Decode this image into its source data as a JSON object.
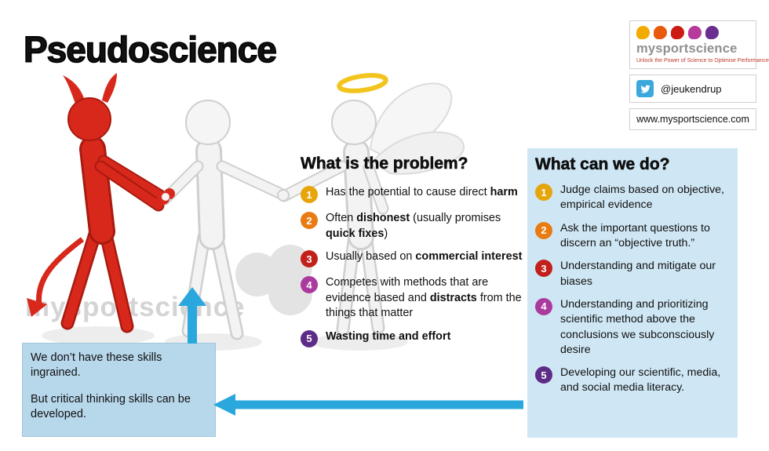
{
  "title": "Pseudoscience",
  "logo": {
    "brand": "mysportscience",
    "tagline": "Unlock the Power of Science to Optimise Performance",
    "dot_colors": [
      "#f2ab00",
      "#e8590c",
      "#cc1b14",
      "#b63a9b",
      "#6b2d8e"
    ],
    "twitter_handle": "@jeukendrup",
    "website": "www.mysportscience.com"
  },
  "watermark": "mysportscience",
  "problem": {
    "heading": "What is the problem?",
    "items": [
      {
        "num": "1",
        "color": "#e6a50a",
        "segments": [
          {
            "t": "Has the potential to cause direct "
          },
          {
            "t": "harm",
            "b": true
          }
        ]
      },
      {
        "num": "2",
        "color": "#e87b12",
        "segments": [
          {
            "t": "Often "
          },
          {
            "t": "dishonest",
            "b": true
          },
          {
            "t": " (usually promises "
          },
          {
            "t": "quick fixes",
            "b": true
          },
          {
            "t": ")"
          }
        ]
      },
      {
        "num": "3",
        "color": "#c2201a",
        "segments": [
          {
            "t": "Usually based on "
          },
          {
            "t": "commercial interest",
            "b": true
          }
        ]
      },
      {
        "num": "4",
        "color": "#ab3a9e",
        "segments": [
          {
            "t": "Competes with methods that are evidence based and "
          },
          {
            "t": "distracts",
            "b": true
          },
          {
            "t": " from the things that matter"
          }
        ]
      },
      {
        "num": "5",
        "color": "#5d2c87",
        "segments": [
          {
            "t": "Wasting time and effort",
            "b": true
          }
        ]
      }
    ]
  },
  "solution": {
    "heading": "What can we do?",
    "items": [
      {
        "num": "1",
        "color": "#e6a50a",
        "segments": [
          {
            "t": "Judge claims based on objective, empirical evidence"
          }
        ]
      },
      {
        "num": "2",
        "color": "#e87b12",
        "segments": [
          {
            "t": "Ask the important questions to discern an “objective truth.”"
          }
        ]
      },
      {
        "num": "3",
        "color": "#c2201a",
        "segments": [
          {
            "t": "Understanding and mitigate our biases"
          }
        ]
      },
      {
        "num": "4",
        "color": "#ab3a9e",
        "segments": [
          {
            "t": "Understanding and prioritizing scientific method above the conclusions we subconsciously desire"
          }
        ]
      },
      {
        "num": "5",
        "color": "#5d2c87",
        "segments": [
          {
            "t": "Developing our scientific, media, and social media literacy."
          }
        ]
      }
    ]
  },
  "note": {
    "line1": "We don’t have these skills ingrained.",
    "line2": "But critical thinking skills can be developed."
  }
}
